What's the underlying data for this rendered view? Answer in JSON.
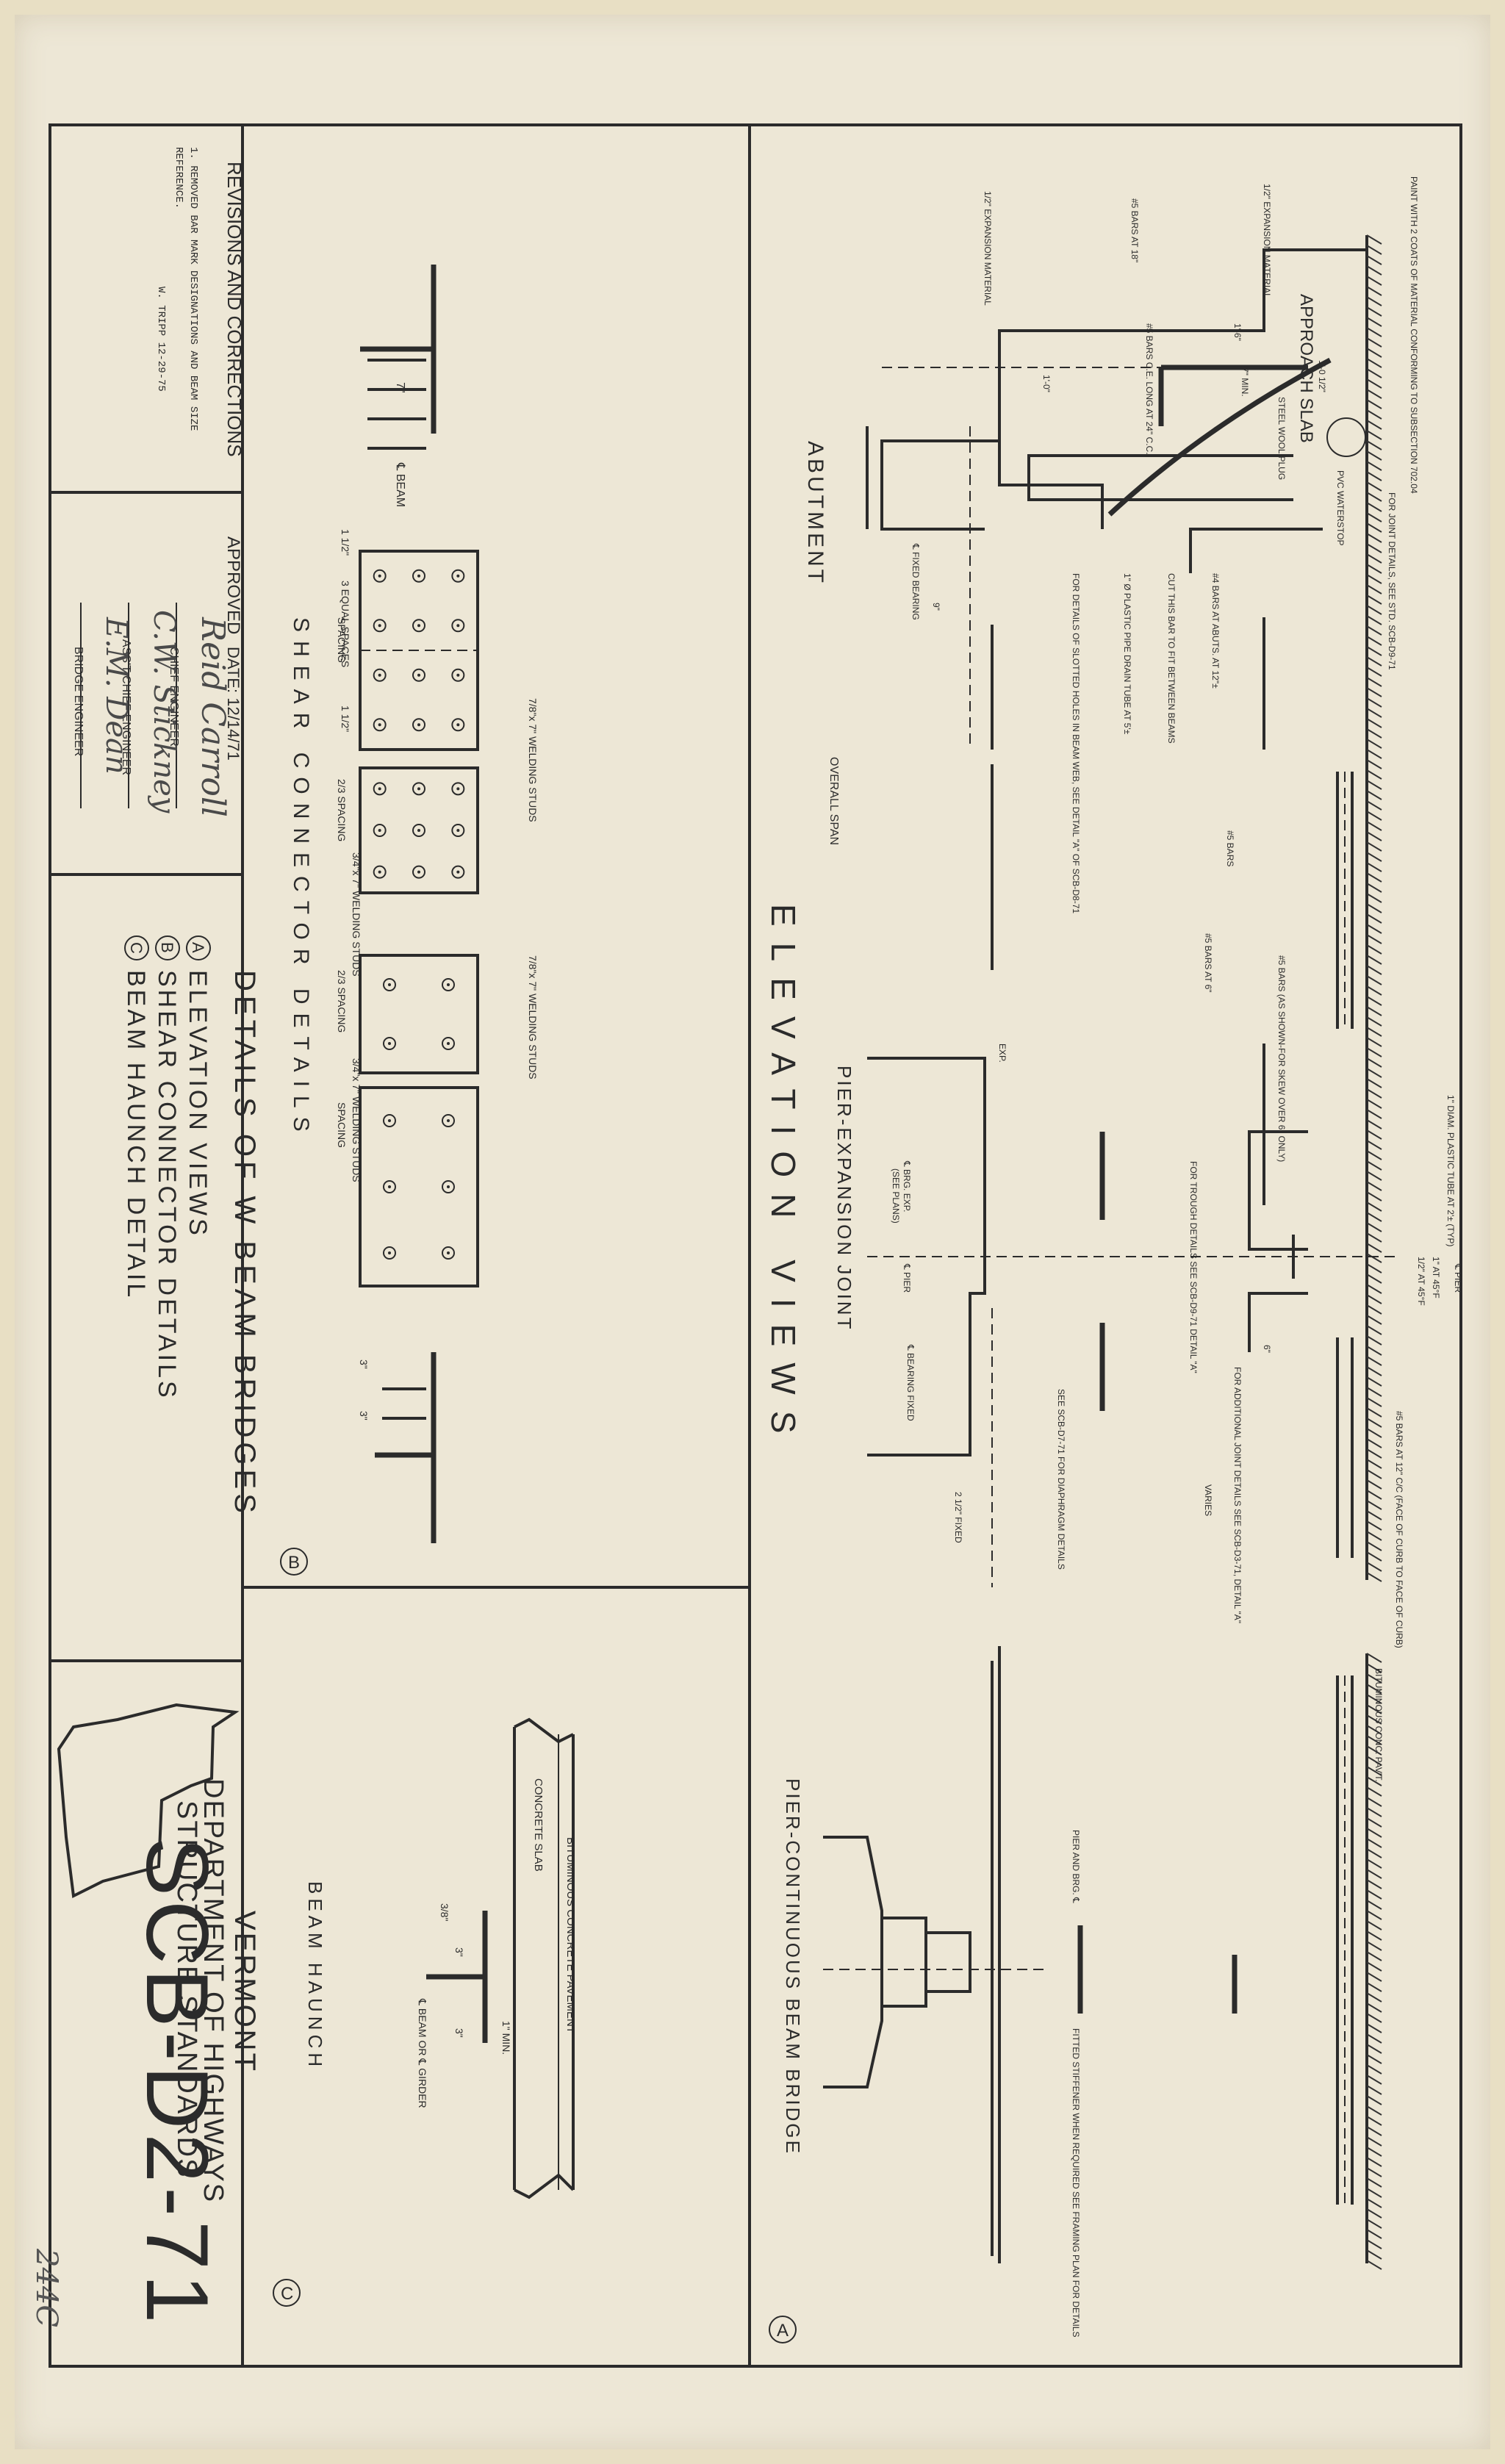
{
  "title_block": {
    "state": "VERMONT",
    "department": "DEPARTMENT OF HIGHWAYS",
    "group": "STRUCTURE STANDARDS",
    "drawing_no": "SCB-D2-71",
    "handwritten_no": "244C",
    "sheet_title": "DETAILS OF W BEAM BRIDGES",
    "contents": [
      {
        "mark": "A",
        "label": "ELEVATION VIEWS"
      },
      {
        "mark": "B",
        "label": "SHEAR CONNECTOR DETAILS"
      },
      {
        "mark": "C",
        "label": "BEAM HAUNCH DETAIL"
      }
    ]
  },
  "revisions": {
    "title": "REVISIONS AND CORRECTIONS",
    "line1": "1. REMOVED BAR MARK DESIGNATIONS AND BEAM SIZE",
    "line2": "REFERENCE.",
    "by": "W. TRIPP 12-29-75"
  },
  "approval": {
    "label": "APPROVED",
    "date": "DATE: 12/14/71",
    "chief": "CHIEF ENGINEER",
    "asst": "ASS'T CHIEF ENGINEER",
    "bridge": "BRIDGE ENGINEER",
    "sig1": "Reid Carroll",
    "sig2": "C.W. Stickney",
    "sig3": "E.M. Dean"
  },
  "panel_a": {
    "mark": "A",
    "heading": "ELEVATION VIEWS",
    "abutment": "ABUTMENT",
    "pier_exp": "PIER-EXPANSION JOINT",
    "pier_cont": "PIER-CONTINUOUS BEAM BRIDGE",
    "approach_slab": "APPROACH SLAB",
    "overall_span": "OVERALL SPAN",
    "paint": "PAINT WITH 2 COATS OF MATERIAL CONFORMING TO SUBSECTION 702.04",
    "joint_details": "FOR JOINT DETAILS, SEE STD. SCB-D9-71",
    "exp_material": "1/2\" EXPANSION MATERIAL",
    "exp_material2": "1/2\" EXPANSION MATERIAL",
    "bars_18": "#5 BARS AT 18\"",
    "bars_5ce": "#5 BARS C.E. LONG AT 24\" C.C.",
    "steel_plug": "STEEL WOOL PLUG",
    "pvc": "PVC WATERSTOP",
    "bars_abut": "#4 BARS AT ABUTS. AT 12\"±",
    "cut_bar": "CUT THIS BAR TO FIT BETWEEN BEAMS",
    "drain": "1\" Ø PLASTIC PIPE DRAIN TUBE AT 5'±",
    "slotted": "FOR DETAILS OF SLOTTED HOLES IN BEAM WEB, SEE DETAIL \"A\" OF SCB-D8-71",
    "fixed_bearing": "℄ FIXED BEARING",
    "dim_1ft": "1'-0\"",
    "dim_16": "1'-6\"",
    "dim_7min": "7\" MIN.",
    "dim_1012": "1'-0 1/2\"",
    "dim_9": "9\"",
    "bars_5": "#5 BARS",
    "bars_6": "#5 BARS AT 6\"",
    "bars_skew": "#5 BARS (AS SHOWN-FOR SKEW OVER 6° ONLY)",
    "tube": "1\" DIAM. PLASTIC TUBE AT 2'± (TYP)",
    "pier_cl": "℄ PIER",
    "at45": "1\" AT 45°F",
    "at45b": "1/2\" AT 45°F",
    "bars_cc": "#5 BARS AT 12\" C/C (FACE OF CURB TO FACE OF CURB)",
    "trough": "FOR TROUGH DETAILS SEE SCB-D9-71 DETAIL \"A\"",
    "addl": "FOR ADDITIONAL JOINT DETAILS SEE SCB-D3-71, DETAIL \"A\"",
    "brg_exp": "℄ BRG. EXP.",
    "pier_lbl": "℄ PIER",
    "brg_fixed": "℄ BEARING FIXED",
    "see_plans": "(SEE PLANS)",
    "exp": "EXP.",
    "diaphragm": "SEE SCB-D7-71 FOR DIAPHRAGM DETAILS",
    "varies": "VARIES",
    "fixed_dim": "2 1/2\" FIXED",
    "pavement": "BITUMINOUS CONC. PAV'T.",
    "pier_brg": "PIER AND BRG. ℄",
    "stiffener": "FITTED STIFFENER WHEN REQUIRED SEE FRAMING PLAN FOR DETAILS",
    "dim_6": "6\""
  },
  "panel_b": {
    "mark": "B",
    "heading": "SHEAR CONNECTOR DETAILS",
    "beam_cl": "℄ BEAM",
    "spaces": "3 EQUAL SPACES",
    "edge": "1 1/2\"",
    "edge2": "1 1/2\"",
    "stud1": "7/8\"x 7\" WELDING STUDS",
    "stud2": "3/4\"x 7\" WELDING STUDS",
    "stud3": "7/8\"x 7\" WELDING STUDS",
    "stud4": "3/4\"x 7\" WELDING STUDS",
    "spacing": "SPACING",
    "spacing2": "SPACING",
    "spacing23": "2/3 SPACING",
    "spacing23b": "2/3 SPACING",
    "dim7": "7\"",
    "dim3": "3\"",
    "dim3b": "3\""
  },
  "panel_c": {
    "mark": "C",
    "heading": "BEAM HAUNCH",
    "pavement": "BITUMINOUS CONCRETE PAVEMENT",
    "slab": "CONCRETE SLAB",
    "min1": "1\" MIN.",
    "dim38": "3/8\"",
    "girder": "℄ BEAM OR ℄ GIRDER",
    "dim3": "3\"",
    "dim3b": "3\""
  }
}
